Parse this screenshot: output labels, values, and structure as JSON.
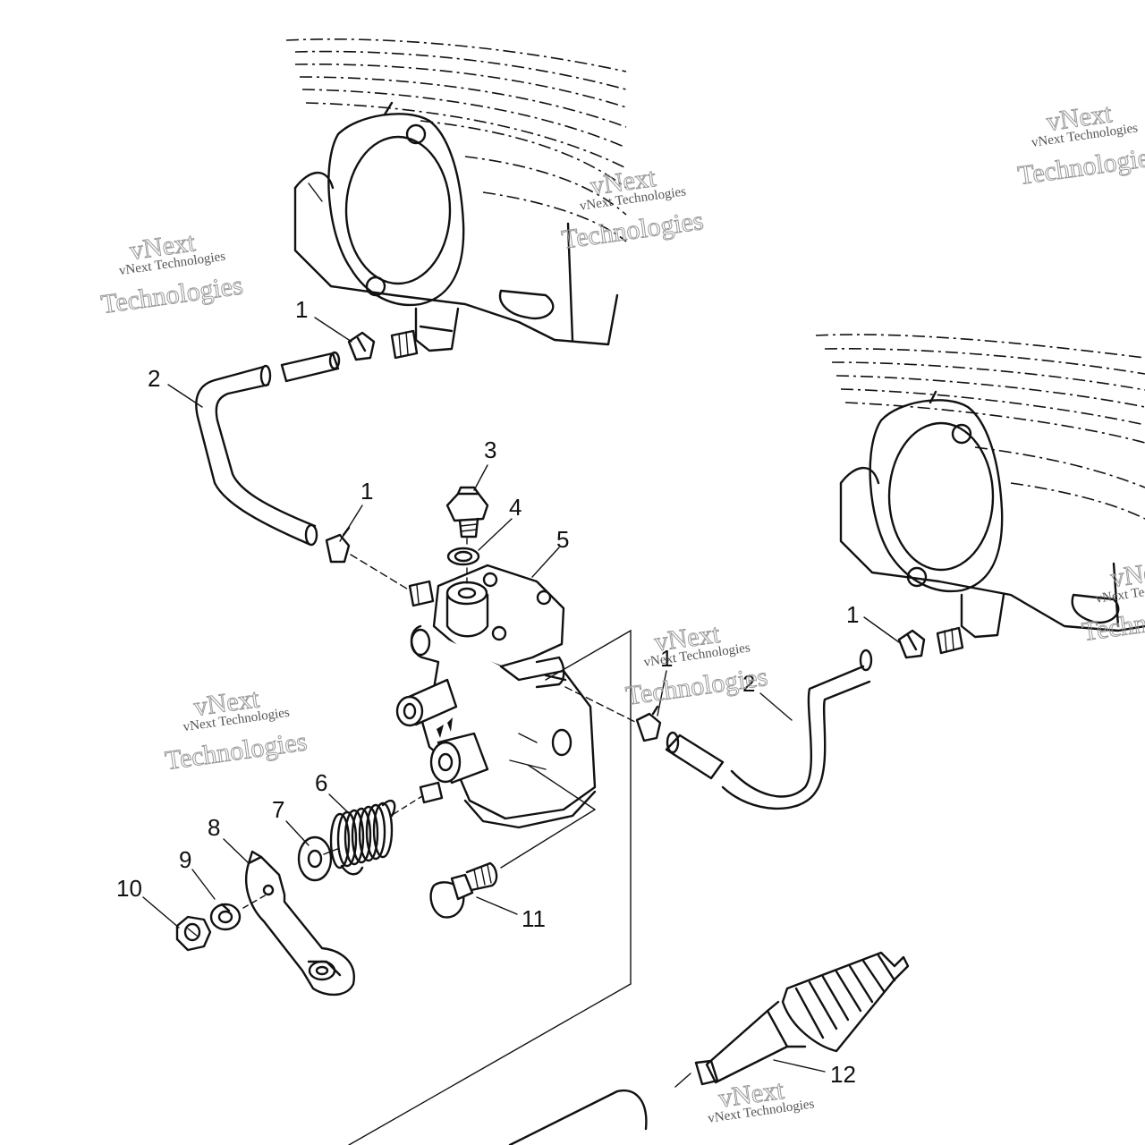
{
  "diagram": {
    "callouts": [
      "1",
      "2",
      "3",
      "4",
      "5",
      "6",
      "7",
      "8",
      "9",
      "10",
      "11",
      "12"
    ],
    "watermark": {
      "small": "vNext Technologies",
      "top": "vNext",
      "bottom": "Technologies"
    }
  }
}
